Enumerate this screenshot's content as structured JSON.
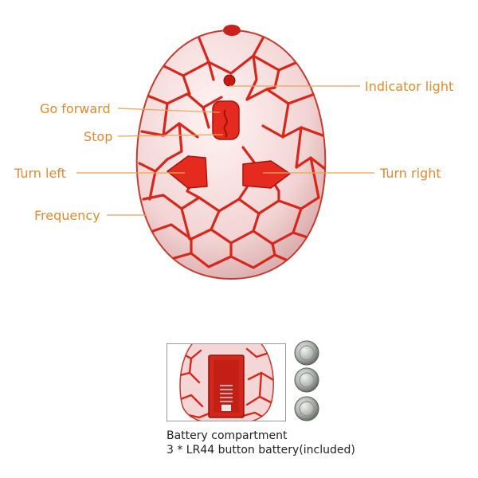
{
  "callouts": {
    "indicator_light": "Indicator light",
    "go_forward": "Go forward",
    "stop": "Stop",
    "turn_left": "Turn left",
    "turn_right": "Turn right",
    "frequency": "Frequency"
  },
  "battery": {
    "caption_line1": "Battery compartment",
    "caption_line2": "3 * LR44 button battery(included)",
    "count": 3
  },
  "colors": {
    "egg_red": "#d8261b",
    "egg_shell": "#f6dede",
    "label_orange": "#e08a2b",
    "leader_line": "#e6a45a",
    "battery_silver": "#b5b9b5"
  },
  "icons": [
    "indicator-light-icon",
    "go-forward-button-icon",
    "turn-left-button-icon",
    "turn-right-button-icon",
    "battery-icon"
  ]
}
